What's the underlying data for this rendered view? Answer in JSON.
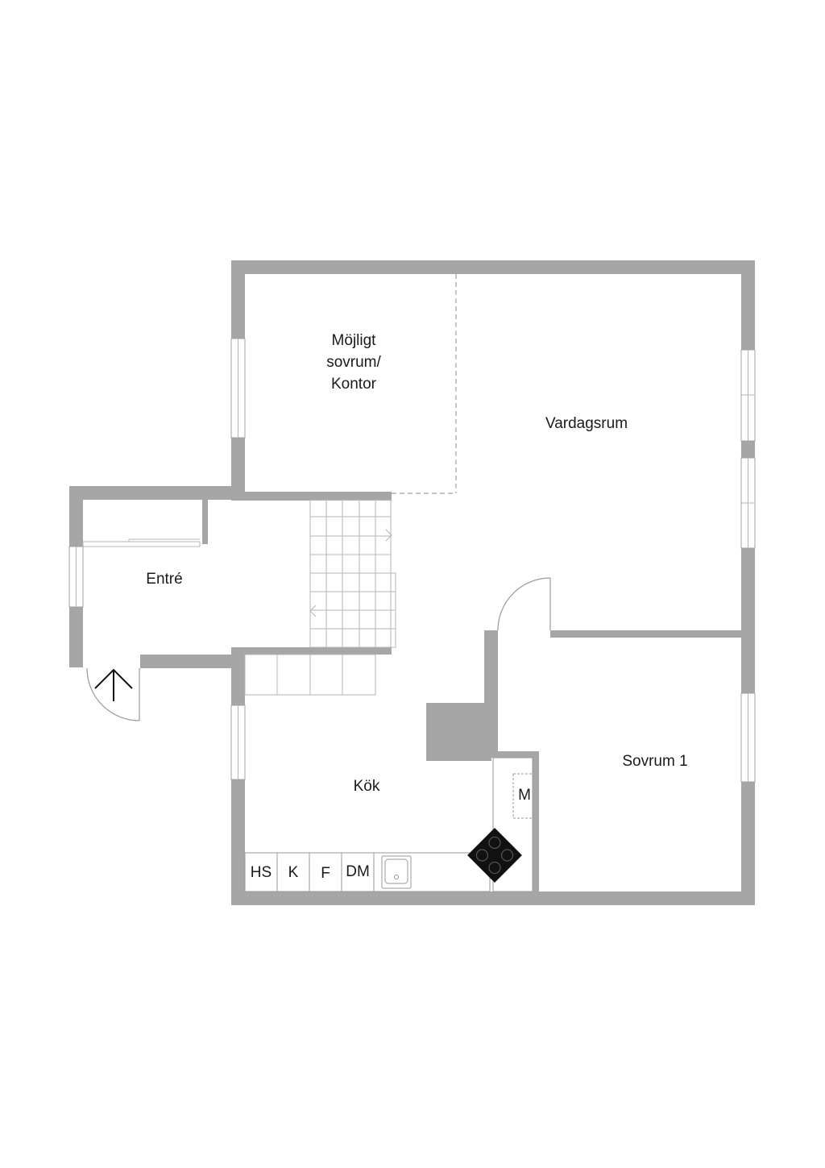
{
  "colors": {
    "wall": "#a6a6a6",
    "background": "#ffffff",
    "text": "#1a1a1a",
    "line": "#b5b5b5",
    "stove": "#111111"
  },
  "rooms": {
    "office": {
      "lines": [
        "Möjligt",
        "sovrum/",
        "Kontor"
      ]
    },
    "living": {
      "label": "Vardagsrum"
    },
    "entrance": {
      "label": "Entré"
    },
    "kitchen": {
      "label": "Kök"
    },
    "bedroom": {
      "label": "Sovrum 1"
    }
  },
  "appliances": {
    "hs": "HS",
    "k": "K",
    "f": "F",
    "dm": "DM",
    "m": "M"
  },
  "icons": {
    "entrance": "entrance-arrow-icon",
    "stove": "stove-icon",
    "sink": "sink-icon"
  }
}
